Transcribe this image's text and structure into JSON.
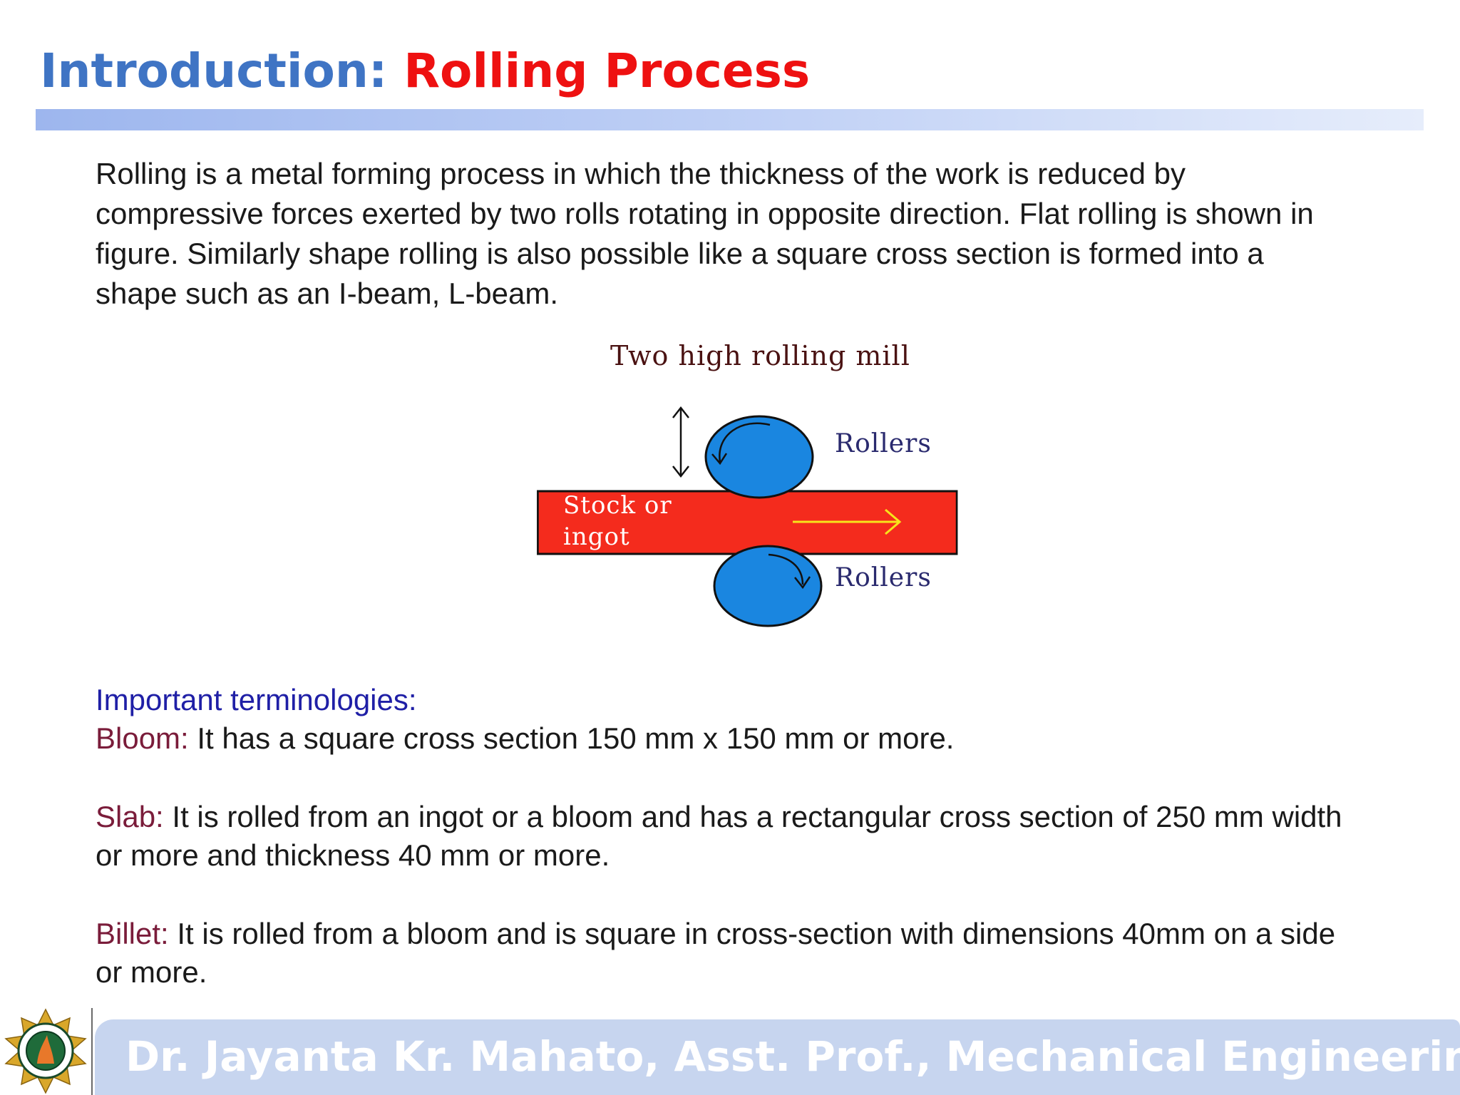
{
  "title": {
    "prefix": "Introduction:",
    "main": "Rolling Process"
  },
  "intro_paragraph": "Rolling is a metal forming process in which the thickness of the work is reduced by compressive forces exerted by two rolls rotating in opposite direction. Flat rolling is shown in figure. Similarly shape rolling is also possible like a square cross section is formed into a shape such as an I-beam, L-beam.",
  "diagram": {
    "caption": "Two high rolling mill",
    "top_label": "Rollers",
    "bottom_label": "Rollers",
    "stock_line1": "Stock or",
    "stock_line2": "ingot"
  },
  "terms": {
    "heading": "Important terminologies:",
    "items": [
      {
        "term": "Bloom:",
        "definition": " It has a square cross section 150 mm x 150 mm or more."
      },
      {
        "term": "Slab:",
        "definition": " It is rolled from an ingot or a bloom and has a rectangular cross section of 250 mm width or more and thickness 40 mm or more."
      },
      {
        "term": "Billet:",
        "definition": " It is rolled from a bloom and is square in cross-section with dimensions 40mm on a side or more."
      }
    ]
  },
  "footer": {
    "text": "Dr. Jayanta Kr. Mahato, Asst. Prof., Mechanical Engineering"
  },
  "colors": {
    "title_prefix": "#3f74c4",
    "title_main": "#ee1111",
    "roller": "#1a86e0",
    "stock": "#f42b1d",
    "arrow": "#f7e41a",
    "term_heading": "#1f1fa6",
    "term_key": "#7a1c3a",
    "footer_band": "#c7d5ef"
  }
}
